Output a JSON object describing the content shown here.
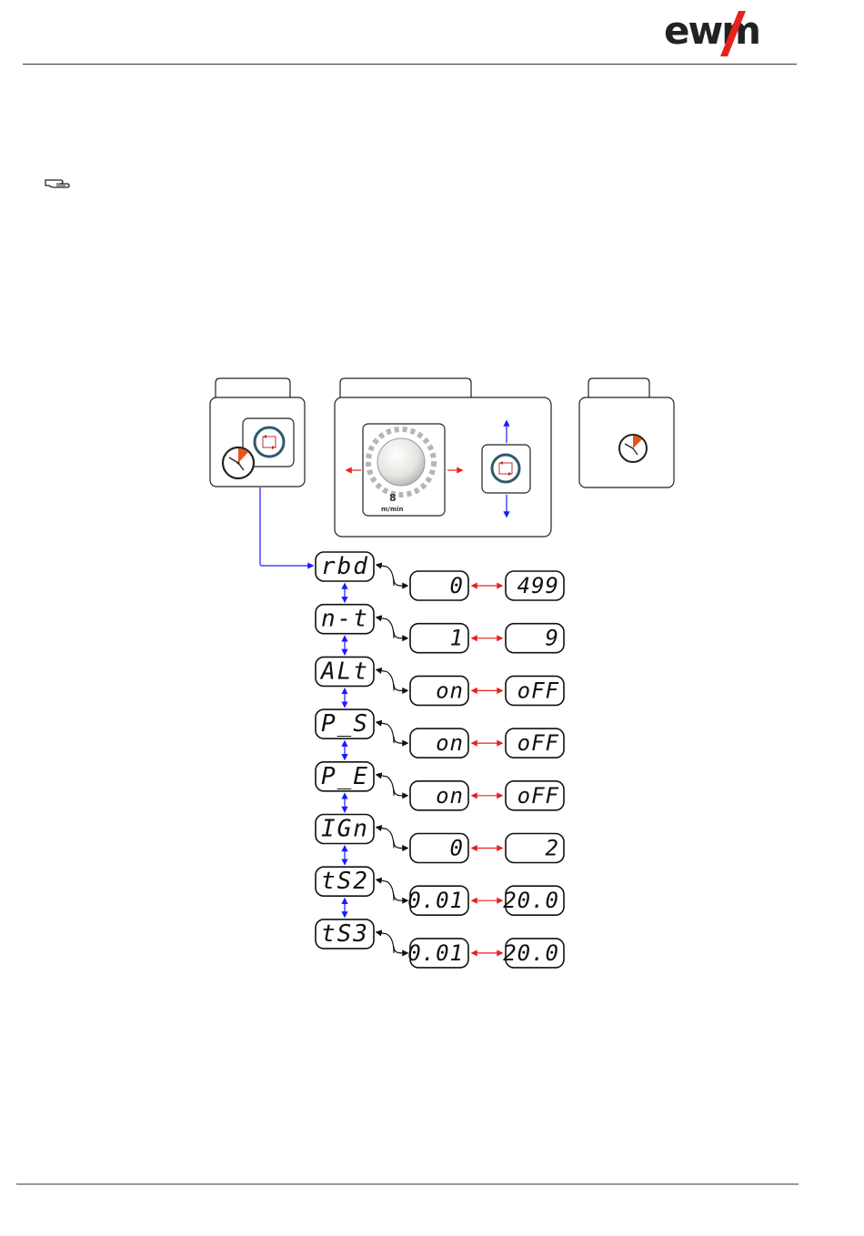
{
  "header": {
    "logo_text": "ewm"
  },
  "icons": {
    "note": "pointing-hand-icon",
    "timer": "stopwatch-icon",
    "cycle": "cycle-button-icon",
    "knob": "rotary-knob-icon"
  },
  "knob_panel": {
    "unit_label": "m/min"
  },
  "colors": {
    "blue_arrow": "#1a1aff",
    "red_arrow": "#e8211c",
    "timer_accent": "#e8541c",
    "cycle_ring": "#2e5a6b"
  },
  "parameters": [
    {
      "code": "rbd",
      "min": "0",
      "max": "499"
    },
    {
      "code": "n-t",
      "min": "1",
      "max": "9"
    },
    {
      "code": "ALt",
      "min": "on",
      "max": "oFF"
    },
    {
      "code": "P_S",
      "min": "on",
      "max": "oFF"
    },
    {
      "code": "P_E",
      "min": "on",
      "max": "oFF"
    },
    {
      "code": "IGn",
      "min": "0",
      "max": "2"
    },
    {
      "code": "tS2",
      "min": "0.01",
      "max": "20.0"
    },
    {
      "code": "tS3",
      "min": "0.01",
      "max": "20.0"
    }
  ]
}
